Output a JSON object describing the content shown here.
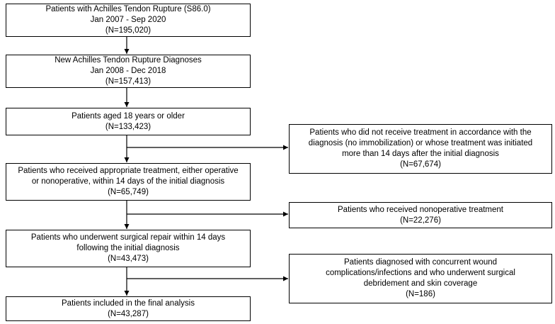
{
  "colors": {
    "box_border": "#000000",
    "box_background": "#ffffff",
    "text": "#000000",
    "arrow": "#000000"
  },
  "flowchart": {
    "main_flow": [
      {
        "text": "Patients with Achilles Tendon Rupture (S86.0)\nJan 2007 - Sep 2020\n(N=195,020)"
      },
      {
        "text": "New Achilles Tendon Rupture Diagnoses\nJan 2008 - Dec 2018\n(N=157,413)"
      },
      {
        "text": "Patients aged 18 years or older\n(N=133,423)"
      },
      {
        "text": "Patients who received appropriate treatment, either operative\nor nonoperative, within 14 days of the initial diagnosis\n(N=65,749)"
      },
      {
        "text": "Patients who underwent surgical repair within 14 days\nfollowing the initial diagnosis\n(N=43,473)"
      },
      {
        "text": "Patients included in the final analysis\n(N=43,287)"
      }
    ],
    "exclusions": [
      {
        "text": "Patients who did not receive treatment in accordance with the\ndiagnosis (no immobilization) or whose treatment was initiated\nmore than 14 days after the initial diagnosis\n(N=67,674)"
      },
      {
        "text": "Patients who received nonoperative treatment\n(N=22,276)"
      },
      {
        "text": "Patients diagnosed with concurrent wound\ncomplications/infections and who underwent surgical\ndebridement and skin coverage\n(N=186)"
      }
    ]
  }
}
